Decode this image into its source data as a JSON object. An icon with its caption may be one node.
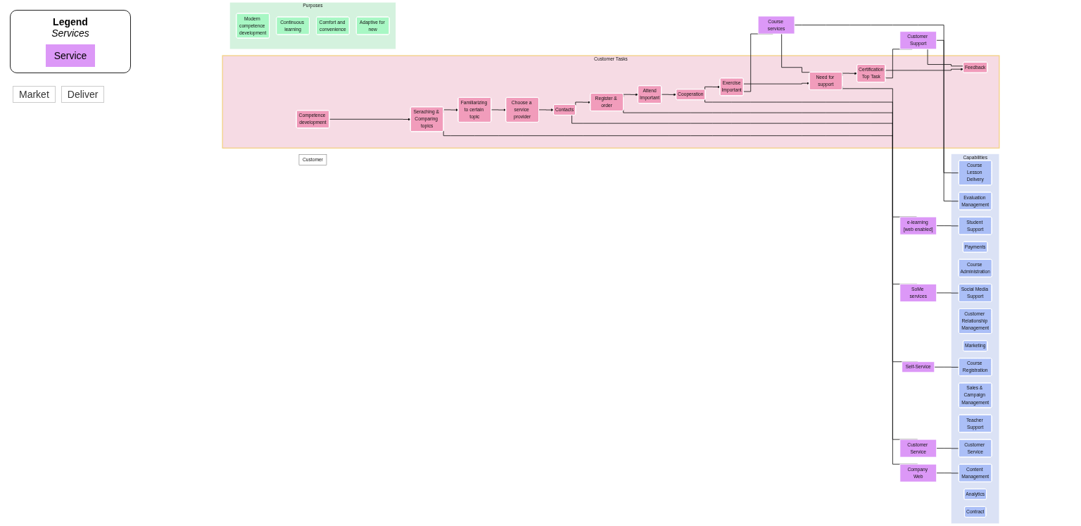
{
  "diagram": {
    "nodes": [
      {
        "text": [
          "Customer Tasks"
        ]
      },
      {
        "text": [
          "Competence development"
        ],
        "in": 0
      },
      {
        "text": [
          "Seraching & Comparing topics"
        ],
        "in": 0
      },
      {
        "text": [
          "Familiarizing to certain topic"
        ],
        "in": 0
      },
      {
        "text": [
          "Choose a service provider"
        ],
        "in": 0
      },
      {
        "text": [
          "Contacts"
        ],
        "in": 0
      },
      {
        "text": [
          "Register & order"
        ],
        "in": 0
      },
      {
        "text": [
          "Attend",
          "Important"
        ],
        "in": 0
      },
      {
        "text": [
          "Cooperation"
        ],
        "in": 0
      },
      {
        "text": [
          "Exercise",
          "Important"
        ],
        "in": 0
      },
      {
        "text": [
          "Need for support"
        ],
        "in": 0
      },
      {
        "text": [
          "Certification",
          "Top Task"
        ],
        "in": 0
      },
      {
        "text": [
          "Feedback"
        ],
        "in": 0
      },
      {
        "text": [
          "Customer"
        ]
      },
      {
        "text": [
          "Company Web"
        ]
      },
      {
        "text": [
          "Customer Service"
        ]
      },
      {
        "text": [
          "Self-Service"
        ]
      },
      {
        "text": [
          "SoMe services"
        ]
      },
      {
        "text": [
          "Course services"
        ]
      },
      {
        "text": [
          "e-learning [web enabled]"
        ]
      },
      {
        "text": [
          "Customer Support"
        ]
      },
      {
        "text": [
          "Capabilities"
        ]
      },
      {
        "text": [
          "Course Registration"
        ],
        "in": 21
      },
      {
        "text": [
          "Social Media Support"
        ],
        "in": 21
      },
      {
        "text": [
          "Customer Service"
        ],
        "in": 21
      },
      {
        "text": [
          "Payments"
        ],
        "in": 21
      },
      {
        "text": [
          "Course Administration"
        ],
        "in": 21
      },
      {
        "text": [
          "Course Lesson Delivery"
        ],
        "in": 21
      },
      {
        "text": [
          "Customer Relationship Management"
        ],
        "in": 21
      },
      {
        "text": [
          "Marketing"
        ],
        "in": 21
      },
      {
        "text": [
          "Student Support"
        ],
        "in": 21
      },
      {
        "text": [
          "Sales & Campaign Management"
        ],
        "in": 21
      },
      {
        "text": [
          "Teacher Support"
        ],
        "in": 21
      },
      {
        "text": [
          "Content Management"
        ],
        "in": 21
      },
      {
        "text": [
          "Evaluation Management"
        ],
        "in": 21
      },
      {
        "text": [
          "Analytics"
        ],
        "in": 21
      },
      {
        "text": [
          "Contract"
        ],
        "in": 21
      },
      {
        "text": [
          "Purposes"
        ]
      },
      {
        "text": [
          "Modern competence development"
        ],
        "in": 37
      },
      {
        "text": [
          "Continuous learning"
        ],
        "in": 37
      },
      {
        "text": [
          "Comfort and convenience"
        ],
        "in": 37
      },
      {
        "text": [
          "Adaptive for new"
        ],
        "in": 37
      }
    ],
    "edges": [
      {
        "from": 1,
        "to": 2,
        "arrow": "to"
      },
      {
        "from": 2,
        "to": 3,
        "arrow": "to"
      },
      {
        "from": 3,
        "to": 4,
        "arrow": "to"
      },
      {
        "from": 4,
        "to": 5,
        "arrow": "to"
      },
      {
        "from": 5,
        "to": 6,
        "arrow": "to"
      },
      {
        "from": 6,
        "to": 7,
        "arrow": "to"
      },
      {
        "from": 7,
        "to": 8,
        "arrow": "to"
      },
      {
        "from": 8,
        "to": 9,
        "arrow": "to"
      },
      {
        "from": 9,
        "to": 10,
        "arrow": "to"
      },
      {
        "from": 10,
        "to": 11,
        "arrow": "to"
      },
      {
        "from": 11,
        "to": 12,
        "arrow": "to"
      },
      {
        "from": 2,
        "to": 14,
        "arrow": "none"
      },
      {
        "from": 14,
        "to": 33,
        "arrow": "none"
      },
      {
        "from": 5,
        "to": 15,
        "arrow": "none"
      },
      {
        "from": 15,
        "to": 24,
        "arrow": "none"
      },
      {
        "from": 6,
        "to": 16,
        "arrow": "none"
      },
      {
        "from": 16,
        "to": 22,
        "arrow": "none"
      },
      {
        "from": 8,
        "to": 17,
        "arrow": "none"
      },
      {
        "from": 17,
        "to": 23,
        "arrow": "none"
      },
      {
        "from": 9,
        "to": 18,
        "arrow": "none"
      },
      {
        "from": 18,
        "to": 10,
        "arrow": "none"
      },
      {
        "from": 18,
        "to": 27,
        "arrow": "none"
      },
      {
        "from": 10,
        "to": 19,
        "arrow": "none"
      },
      {
        "from": 19,
        "to": 30,
        "arrow": "none"
      },
      {
        "from": 11,
        "to": 20,
        "arrow": "none"
      },
      {
        "from": 20,
        "to": 12,
        "arrow": "none"
      },
      {
        "from": 20,
        "to": 34,
        "arrow": "none"
      }
    ],
    "labels": [
      "Legend",
      "Services",
      "Market",
      "Deliver"
    ],
    "legend": [
      {
        "text": "Service",
        "color": "#dc98f7"
      }
    ]
  }
}
